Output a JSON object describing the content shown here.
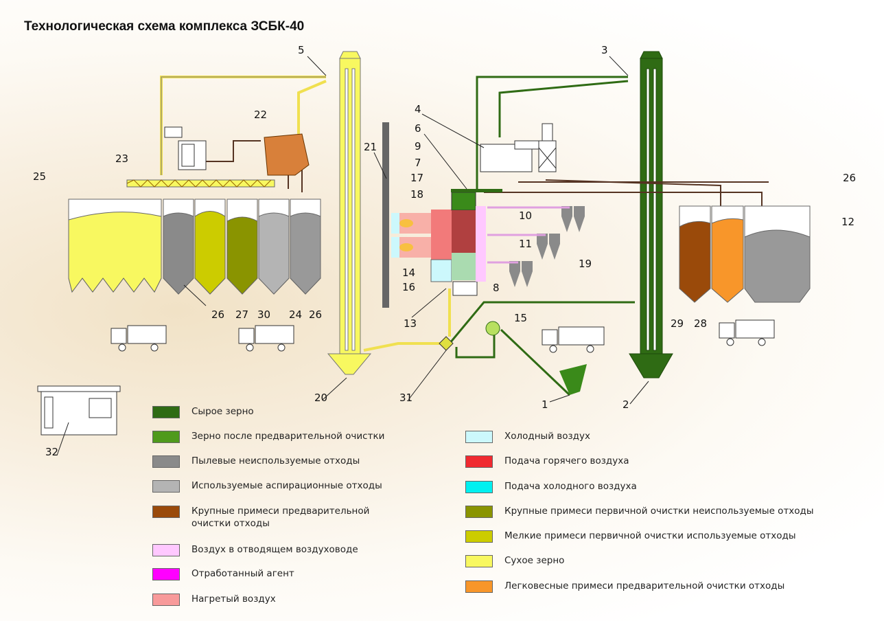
{
  "title": "Технологическая схема комплекса ЗСБК-40",
  "labels": [
    "5",
    "3",
    "22",
    "4",
    "6",
    "9",
    "7",
    "17",
    "18",
    "21",
    "23",
    "25",
    "26",
    "12",
    "10",
    "11",
    "19",
    "14",
    "16",
    "8",
    "13",
    "15",
    "26",
    "27",
    "30",
    "24",
    "26",
    "29",
    "28",
    "20",
    "31",
    "1",
    "2",
    "32"
  ],
  "legend_left": [
    {
      "label": "Сырое зерно",
      "color": "#2f6b14"
    },
    {
      "label": "Зерно после предварительной очистки",
      "color": "#4f9a1c"
    },
    {
      "label": "Пылевые неиспользуемые отходы",
      "color": "#8a8a8a"
    },
    {
      "label": "Используемые аспирационные отходы",
      "color": "#b4b4b4"
    },
    {
      "label": "Крупные примеси предварительной очистки отходы",
      "color": "#9a4a0a"
    },
    {
      "label": "Воздух в отводящем воздуховоде",
      "color": "#ffc8ff"
    },
    {
      "label": "Отработанный агент",
      "color": "#ff00ff"
    },
    {
      "label": "Нагретый воздух",
      "color": "#f89a9a"
    }
  ],
  "legend_right": [
    {
      "label": "Холодный воздух",
      "color": "#ccf8fc"
    },
    {
      "label": "Подача горячего воздуха",
      "color": "#f02a30"
    },
    {
      "label": "Подача холодного воздуха",
      "color": "#00f0f0"
    },
    {
      "label": "Крупные примеси первичной очистки неиспользуемые отходы",
      "color": "#8a9400"
    },
    {
      "label": "Мелкие примеси первичной очистки используемые отходы",
      "color": "#cccc00"
    },
    {
      "label": "Сухое зерно",
      "color": "#f8f860"
    },
    {
      "label": "Легковесные примеси предварительной очистки отходы",
      "color": "#f8962a"
    }
  ]
}
